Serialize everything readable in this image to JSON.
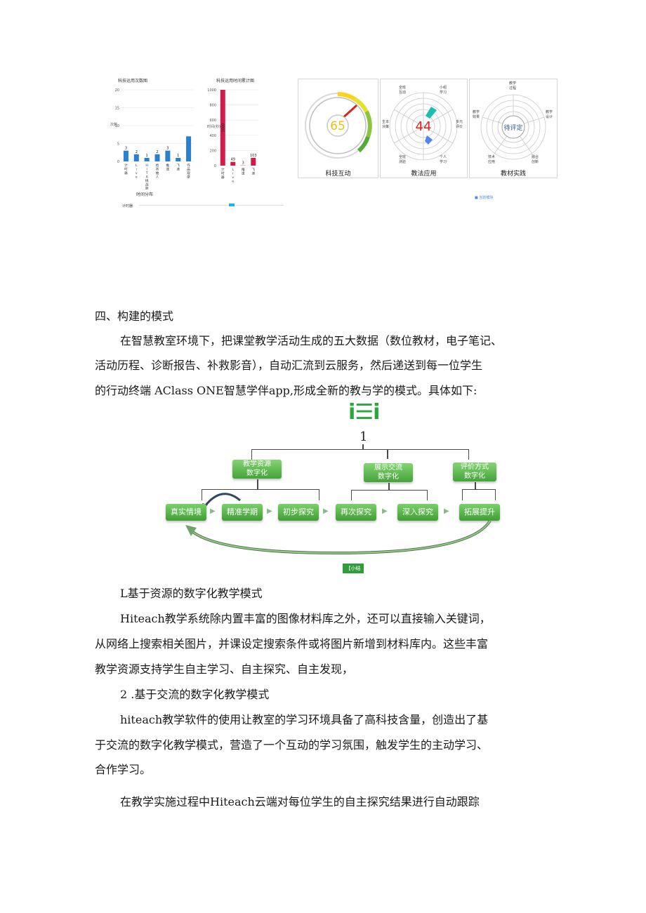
{
  "charts": {
    "bar1": {
      "title": "科技运用次数图",
      "ylabel": "次数",
      "yticks": [
        "20",
        "15",
        "10",
        "5",
        "0"
      ],
      "value_labels": [
        "3",
        "2",
        "1",
        "2",
        "3",
        "1"
      ],
      "categories": [
        "计时器",
        "Live",
        "HiTA挑战题",
        "抢答抽人",
        "推送",
        "飞递",
        "作品观摩"
      ]
    },
    "bar2": {
      "title": "科技运用时间累计图",
      "ylabel": "时间(秒)",
      "yticks": [
        "1000",
        "800",
        "600",
        "400",
        "200",
        "0"
      ],
      "value_labels": [
        "1000",
        "49",
        "3",
        "103"
      ],
      "categories": [
        "计时器",
        "Live",
        "推送",
        "飞递"
      ]
    },
    "timeline": {
      "title": "时间分布",
      "row_label": "计时器"
    }
  },
  "chart_data": [
    {
      "type": "bar",
      "title": "科技运用次数图",
      "ylabel": "次数",
      "ylim": [
        0,
        20
      ],
      "categories": [
        "计时器",
        "Live",
        "HiTA挑战题",
        "抢答抽人",
        "推送",
        "飞递",
        "作品观摩"
      ],
      "values": [
        3,
        2,
        1,
        2,
        3,
        1,
        7
      ],
      "color": "#2b7fd0"
    },
    {
      "type": "bar",
      "title": "科技运用时间累计图",
      "ylabel": "时间(秒)",
      "ylim": [
        0,
        1000
      ],
      "categories": [
        "计时器",
        "Live",
        "推送",
        "飞递"
      ],
      "values": [
        1000,
        49,
        3,
        103
      ],
      "color": "#d21b48"
    }
  ],
  "gauges": {
    "tech": {
      "value": "65",
      "caption": "科技互动"
    },
    "method": {
      "value": "44",
      "caption": "教法应用",
      "labels": [
        "小组学习",
        "多元评价",
        "个人学习",
        "全班测验",
        "生本决策",
        "全班互动"
      ]
    },
    "material": {
      "value": "待评定",
      "caption": "教材实践",
      "labels": [
        "教学过程",
        "教学设计",
        "融合创新",
        "技术应用",
        "教学效果"
      ]
    },
    "legend_text": "■ 当前模块"
  },
  "text": {
    "heading": "四、构建的模式",
    "para1": [
      "在智慧教室环境下，把课堂教学活动生成的五大数据（数位教材，电子笔记、",
      "活动历程、诊断报告、补救影音），自动汇流到云服务，然后递送到每一位学生",
      "的行动终端 AClass ONE智慧学伴app,形成全新的教与学的模式。具体如下:"
    ],
    "sub1": "L基于资源的数字化教学模式",
    "para2": [
      "Hiteach教学系统除内置丰富的图像材料库之外，还可以直接输入关键词，",
      "从网络上搜索相关图片，并课设定搜索条件或将图片新增到材料库内。这些丰富",
      "教学资源支持学生自主学习、自主探究、自主发现，"
    ],
    "sub2": "2 .基于交流的数字化教学模式",
    "para3": [
      "hiteach教学软件的使用让教室的学习环境具备了高科技含量，创造出了基",
      "于交流的数字化教学模式，营造了一个互动的学习氛围，触发学生的主动学习、",
      "合作学习。"
    ],
    "para4": "在教学实施过程中Hiteach云端对每位学生的自主探究结果进行自动跟踪"
  },
  "diagram": {
    "logo": "i☰i",
    "number": "1",
    "top_boxes": [
      [
        "教学资源",
        "数字化"
      ],
      [
        "展示交流",
        "数字化"
      ],
      [
        "评价方式",
        "数字化"
      ]
    ],
    "steps": [
      "真实情境",
      "精准学期",
      "初步探究",
      "再次探究",
      "深入探究",
      "拓展提升"
    ],
    "caption": "【小结"
  }
}
